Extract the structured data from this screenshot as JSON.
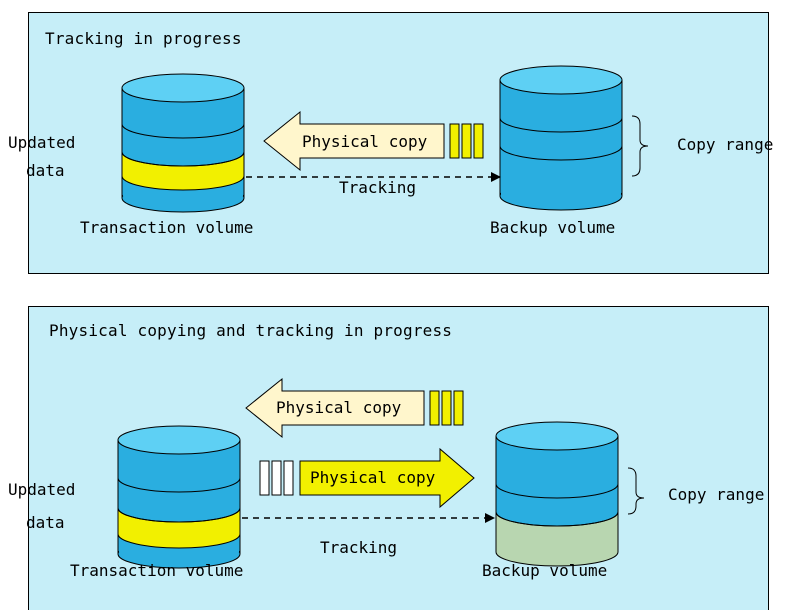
{
  "colors": {
    "panel_fill": "#c6eef8",
    "cylinder_blue": "#2aaee0",
    "cylinder_highlight": "#5ed0f4",
    "updated_band": "#f2f000",
    "backup_band": "#b8d6b0",
    "arrow_left_fill": "#fff6cc",
    "arrow_right_fill": "#f2f000"
  },
  "top": {
    "title": "Tracking in progress",
    "updated_label_line1": "Updated",
    "updated_label_line2": "data",
    "transaction_label": "Transaction volume",
    "backup_label": "Backup volume",
    "copy_arrow_label": "Physical copy",
    "tracking_label": "Tracking",
    "copy_range_label": "Copy range"
  },
  "bottom": {
    "title": "Physical copying and tracking in progress",
    "updated_label_line1": "Updated",
    "updated_label_line2": "data",
    "transaction_label": "Transaction volume",
    "backup_label": "Backup volume",
    "copy_arrow_left_label": "Physical copy",
    "copy_arrow_right_label": "Physical copy",
    "tracking_label": "Tracking",
    "copy_range_label": "Copy range"
  }
}
